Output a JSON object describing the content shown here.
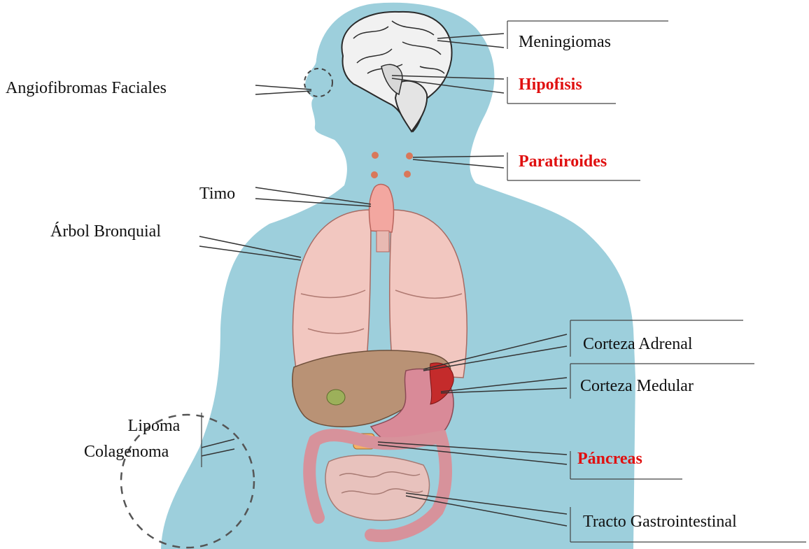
{
  "diagram": {
    "labels": {
      "meningiomas": "Meningiomas",
      "hipofisis": "Hipofisis",
      "angiofibromas": "Angiofibromas Faciales",
      "paratiroides": "Paratiroides",
      "timo": "Timo",
      "arbol": "Árbol Bronquial",
      "corteza_adrenal": "Corteza Adrenal",
      "corteza_medular": "Corteza Medular",
      "lipoma": "Lipoma",
      "colagenoma": "Colagenoma",
      "pancreas": "Páncreas",
      "tracto": "Tracto Gastrointestinal"
    }
  },
  "colors": {
    "body": "#9dcfdc",
    "highlight_text": "#e01010",
    "label_text": "#111111",
    "leader_line": "#333333",
    "organ_pink": "#f2c7c0",
    "liver": "#b99275",
    "stomach": "#d98a98",
    "adrenal": "#c42b2b",
    "pancreas": "#f5b067",
    "gallbladder": "#9cb05a",
    "brain": "#f1f1f1"
  }
}
